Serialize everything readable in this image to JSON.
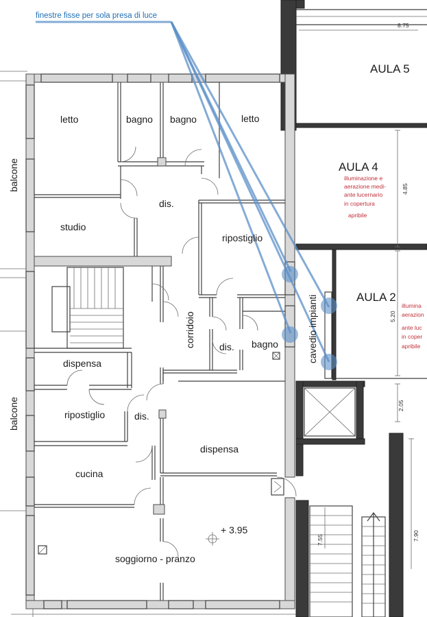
{
  "callout": {
    "text": "finestre fisse per sola presa di luce",
    "color": "#1f6fb5"
  },
  "rooms": {
    "letto_1": "letto",
    "bagno_1": "bagno",
    "bagno_2": "bagno",
    "letto_2": "letto",
    "dis_1": "dis.",
    "studio": "studio",
    "ripostiglio_1": "ripostiglio",
    "corridoio": "corridoio",
    "dis_2": "dis.",
    "bagno_3": "bagno",
    "dispensa_1": "dispensa",
    "ripostiglio_2": "ripostiglio",
    "dis_3": "dis.",
    "dispensa_2": "dispensa",
    "cucina": "cucina",
    "soggiorno": "soggiorno - pranzo",
    "cavedio": "cavedio impianti",
    "balcone_1": "balcone",
    "balcone_2": "balcone"
  },
  "elevation": "+ 3.95",
  "aule": {
    "aula5": "AULA 5",
    "aula4": "AULA 4",
    "aula2": "AULA 2"
  },
  "aula4_note": [
    "illuminazione e",
    "aerazione medi-",
    "ante lucernario",
    "in copertura",
    "apribile"
  ],
  "aula2_note": [
    "illumina",
    "aerazion",
    "ante luc",
    "in coper",
    "apribile"
  ],
  "dimensions": {
    "top": "8.75",
    "aula4": "4.85",
    "aula2": "5.20",
    "stair_gap": "2.05",
    "stair_left": "7.55",
    "stair_right": "7.90"
  },
  "colors": {
    "accent": "#5b8fc8",
    "note": "#c0303a"
  }
}
